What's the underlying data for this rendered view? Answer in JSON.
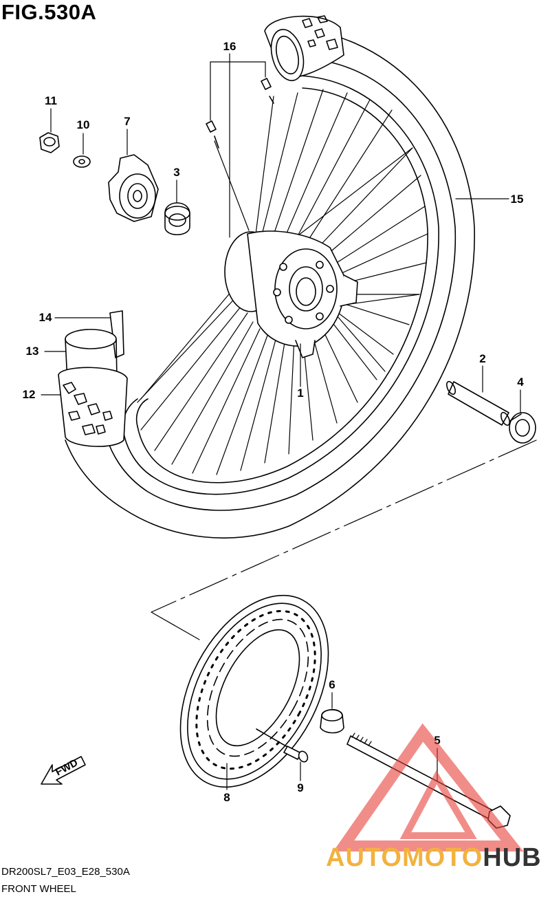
{
  "header": {
    "figure_title": "FIG.530A"
  },
  "callouts": {
    "c1": "1",
    "c2": "2",
    "c3": "3",
    "c4": "4",
    "c5": "5",
    "c6": "6",
    "c7": "7",
    "c8": "8",
    "c9": "9",
    "c10": "10",
    "c11": "11",
    "c12": "12",
    "c13": "13",
    "c14": "14",
    "c15": "15",
    "c16": "16"
  },
  "fwd_arrow": {
    "label": "FWD"
  },
  "footer": {
    "code": "DR200SL7_E03_E28_530A",
    "name": "FRONT WHEEL"
  },
  "watermark": {
    "part1": "AUTO",
    "part2": "MOTO",
    "part3": "HUB",
    "colors": {
      "triangle": "#e8413a",
      "text_orange": "#f2b23f",
      "text_dark": "#333333"
    }
  }
}
